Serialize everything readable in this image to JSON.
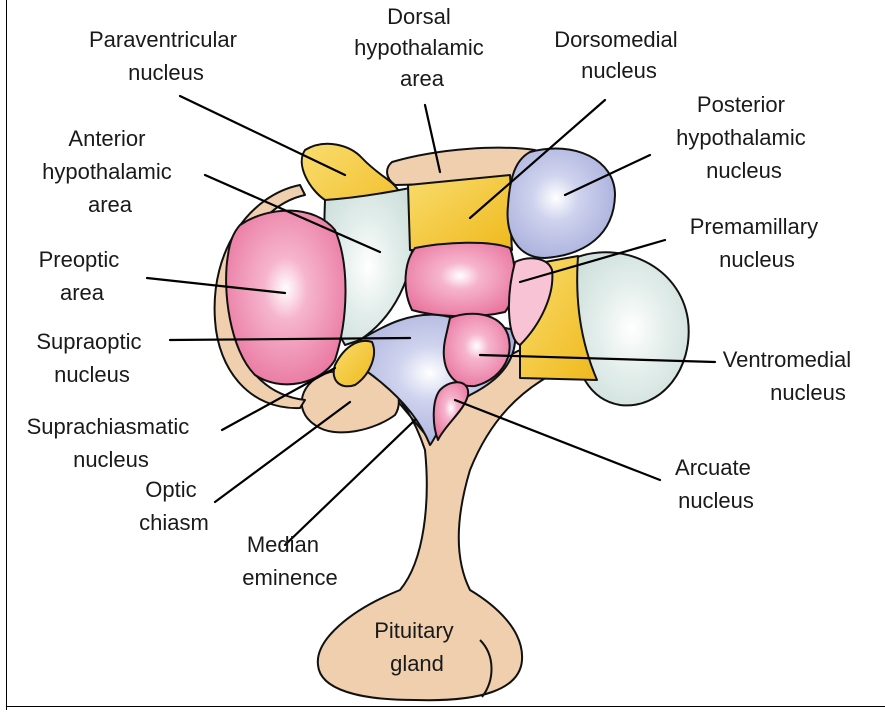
{
  "labels": {
    "paraventricular": [
      "Paraventricular",
      "nucleus"
    ],
    "dorsal_hypothalamic": [
      "Dorsal",
      "hypothalamic",
      "area"
    ],
    "dorsomedial": [
      "Dorsomedial",
      "nucleus"
    ],
    "posterior_hypothalamic": [
      "Posterior",
      "hypothalamic",
      "nucleus"
    ],
    "anterior_hypothalamic": [
      "Anterior",
      "hypothalamic",
      "area"
    ],
    "premamillary": [
      "Premamillary",
      "nucleus"
    ],
    "preoptic": [
      "Preoptic",
      "area"
    ],
    "supraoptic": [
      "Supraoptic",
      "nucleus"
    ],
    "ventromedial": [
      "Ventromedial",
      "nucleus"
    ],
    "suprachiasmatic": [
      "Suprachiasmatic",
      "nucleus"
    ],
    "optic_chiasm": [
      "Optic",
      "chiasm"
    ],
    "arcuate": [
      "Arcuate",
      "nucleus"
    ],
    "median_eminence": [
      "Median",
      "eminence"
    ],
    "pituitary": [
      "Pituitary",
      "gland"
    ]
  },
  "colors": {
    "tan": "#efcfae",
    "gold": "#f5c62c",
    "pink": "#ec7fa7",
    "light_pink": "#f9c3d6",
    "blue": "#b3badf",
    "pale_teal": "#d5e4e0",
    "outline": "#111111"
  }
}
